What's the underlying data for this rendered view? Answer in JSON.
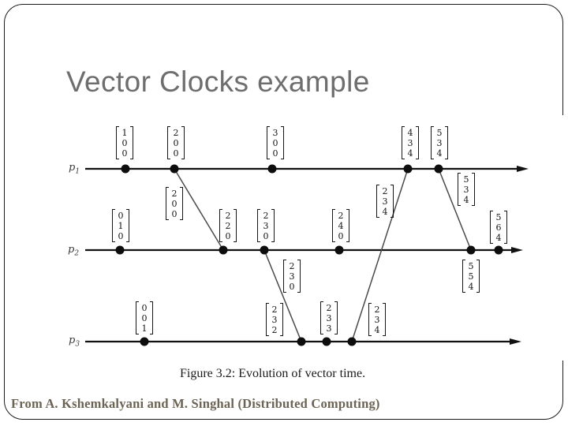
{
  "slide": {
    "title": "Vector Clocks example",
    "caption": "Figure 3.2: Evolution of vector time.",
    "attribution": "From A. Kshemkalyani and M. Singhal (Distributed Computing)"
  },
  "colors": {
    "title_gray": "#6e6e6e",
    "attribution_brown": "#6b6353",
    "ink_black": "#141414"
  },
  "diagram": {
    "processes": [
      {
        "name": "p",
        "sub": "1"
      },
      {
        "name": "p",
        "sub": "2"
      },
      {
        "name": "p",
        "sub": "3"
      }
    ],
    "process_event_vectors": {
      "p1": [
        [
          1,
          0,
          0
        ],
        [
          2,
          0,
          0
        ],
        [
          3,
          0,
          0
        ],
        [
          4,
          3,
          4
        ],
        [
          5,
          3,
          4
        ]
      ],
      "p2": [
        [
          0,
          1,
          0
        ],
        [
          2,
          2,
          0
        ],
        [
          2,
          3,
          0
        ],
        [
          2,
          4,
          0
        ],
        [
          5,
          5,
          4
        ],
        [
          5,
          6,
          4
        ]
      ],
      "p3": [
        [
          0,
          0,
          1
        ],
        [
          2,
          3,
          2
        ],
        [
          2,
          3,
          3
        ],
        [
          2,
          3,
          4
        ]
      ]
    },
    "messages": [
      {
        "from": "p1",
        "to": "p2",
        "timestamp": [
          2,
          0,
          0
        ]
      },
      {
        "from": "p2",
        "to": "p3",
        "timestamp": [
          2,
          3,
          0
        ]
      },
      {
        "from": "p3",
        "to": "p1",
        "timestamp": [
          2,
          3,
          4
        ]
      },
      {
        "from": "p1",
        "to": "p2",
        "timestamp": [
          5,
          3,
          4
        ]
      }
    ],
    "labels": [
      {
        "v": [
          1,
          0,
          0
        ],
        "type": "event",
        "process": "p1"
      },
      {
        "v": [
          2,
          0,
          0
        ],
        "type": "event",
        "process": "p1"
      },
      {
        "v": [
          3,
          0,
          0
        ],
        "type": "event",
        "process": "p1"
      },
      {
        "v": [
          4,
          3,
          4
        ],
        "type": "event",
        "process": "p1"
      },
      {
        "v": [
          5,
          3,
          4
        ],
        "type": "event",
        "process": "p1"
      },
      {
        "v": [
          0,
          1,
          0
        ],
        "type": "event",
        "process": "p2"
      },
      {
        "v": [
          2,
          2,
          0
        ],
        "type": "event",
        "process": "p2"
      },
      {
        "v": [
          2,
          3,
          0
        ],
        "type": "event",
        "process": "p2"
      },
      {
        "v": [
          2,
          4,
          0
        ],
        "type": "event",
        "process": "p2"
      },
      {
        "v": [
          5,
          5,
          4
        ],
        "type": "event",
        "process": "p2"
      },
      {
        "v": [
          5,
          6,
          4
        ],
        "type": "event",
        "process": "p2"
      },
      {
        "v": [
          0,
          0,
          1
        ],
        "type": "event",
        "process": "p3"
      },
      {
        "v": [
          2,
          3,
          2
        ],
        "type": "event",
        "process": "p3"
      },
      {
        "v": [
          2,
          3,
          3
        ],
        "type": "event",
        "process": "p3"
      },
      {
        "v": [
          2,
          3,
          4
        ],
        "type": "event",
        "process": "p3"
      },
      {
        "v": [
          2,
          0,
          0
        ],
        "type": "message",
        "from": "p1",
        "to": "p2"
      },
      {
        "v": [
          2,
          3,
          0
        ],
        "type": "message",
        "from": "p2",
        "to": "p3"
      },
      {
        "v": [
          2,
          3,
          4
        ],
        "type": "message",
        "from": "p3",
        "to": "p1"
      },
      {
        "v": [
          5,
          3,
          4
        ],
        "type": "message",
        "from": "p1",
        "to": "p2"
      }
    ]
  }
}
